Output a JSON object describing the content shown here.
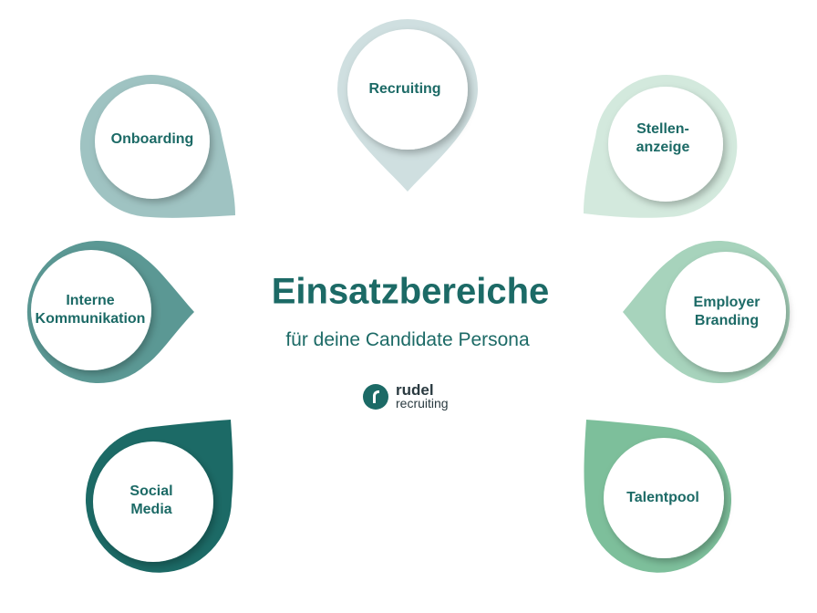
{
  "title": "Einsatzbereiche",
  "subtitle": "für deine Candidate Persona",
  "logo": {
    "top": "rudel",
    "bottom": "recruiting",
    "color": "#1c6a66"
  },
  "pins": [
    {
      "id": "recruiting",
      "label": "Recruiting",
      "color": "#cfdfe0"
    },
    {
      "id": "stellenanzeige",
      "label": "Stellen-\nanzeige",
      "color": "#d3e9dd"
    },
    {
      "id": "employer-branding",
      "label": "Employer\nBranding",
      "color": "#a7d3bc"
    },
    {
      "id": "talentpool",
      "label": "Talentpool",
      "color": "#7dbf9b"
    },
    {
      "id": "social-media",
      "label": "Social\nMedia",
      "color": "#1c6a66"
    },
    {
      "id": "interne-kommunikation",
      "label": "Interne\nKommunikation",
      "color": "#5b9894"
    },
    {
      "id": "onboarding",
      "label": "Onboarding",
      "color": "#9fc3c2"
    }
  ]
}
